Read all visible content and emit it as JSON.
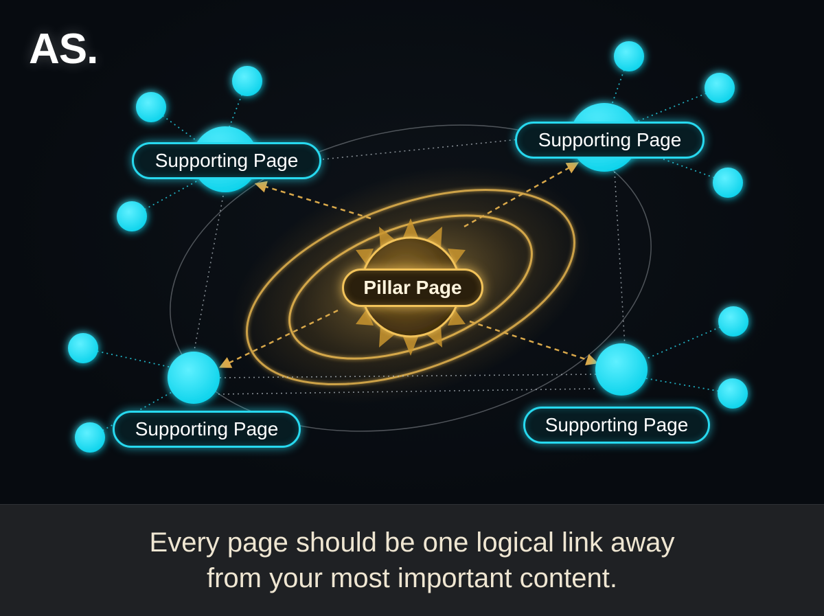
{
  "brand": {
    "logo_text": "AS."
  },
  "diagram": {
    "pillar": {
      "label": "Pillar Page"
    },
    "supporting_pages": [
      {
        "label": "Supporting Page"
      },
      {
        "label": "Supporting Page"
      },
      {
        "label": "Supporting Page"
      },
      {
        "label": "Supporting Page"
      }
    ],
    "colors": {
      "pillar": "#f2c35a",
      "supporting": "#27d9ef",
      "background": "#070b10"
    }
  },
  "caption": {
    "line1": "Every page should be one logical link away",
    "line2": "from your most important content."
  }
}
